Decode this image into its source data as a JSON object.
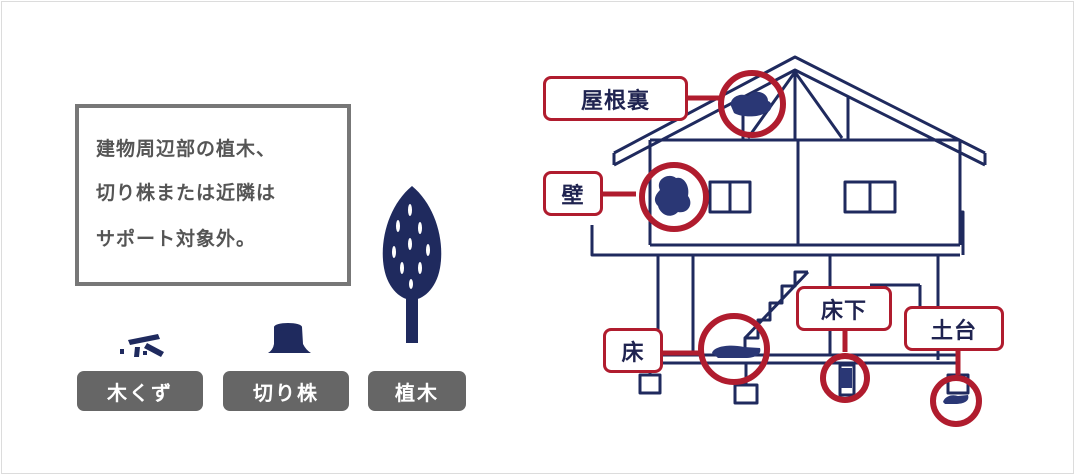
{
  "notice": {
    "lines": [
      "建物周辺部の植木、",
      "切り株または近隣は",
      "サポート対象外。"
    ]
  },
  "items": {
    "wood_debris": "木くず",
    "stump": "切り株",
    "tree": "植木"
  },
  "locations": {
    "attic": "屋根裏",
    "wall": "壁",
    "floor": "床",
    "under_floor": "床下",
    "foundation": "土台"
  },
  "colors": {
    "navy": "#1f2a5e",
    "red": "#b01c2e",
    "gray_badge": "#666666",
    "gray_border": "#777777"
  }
}
